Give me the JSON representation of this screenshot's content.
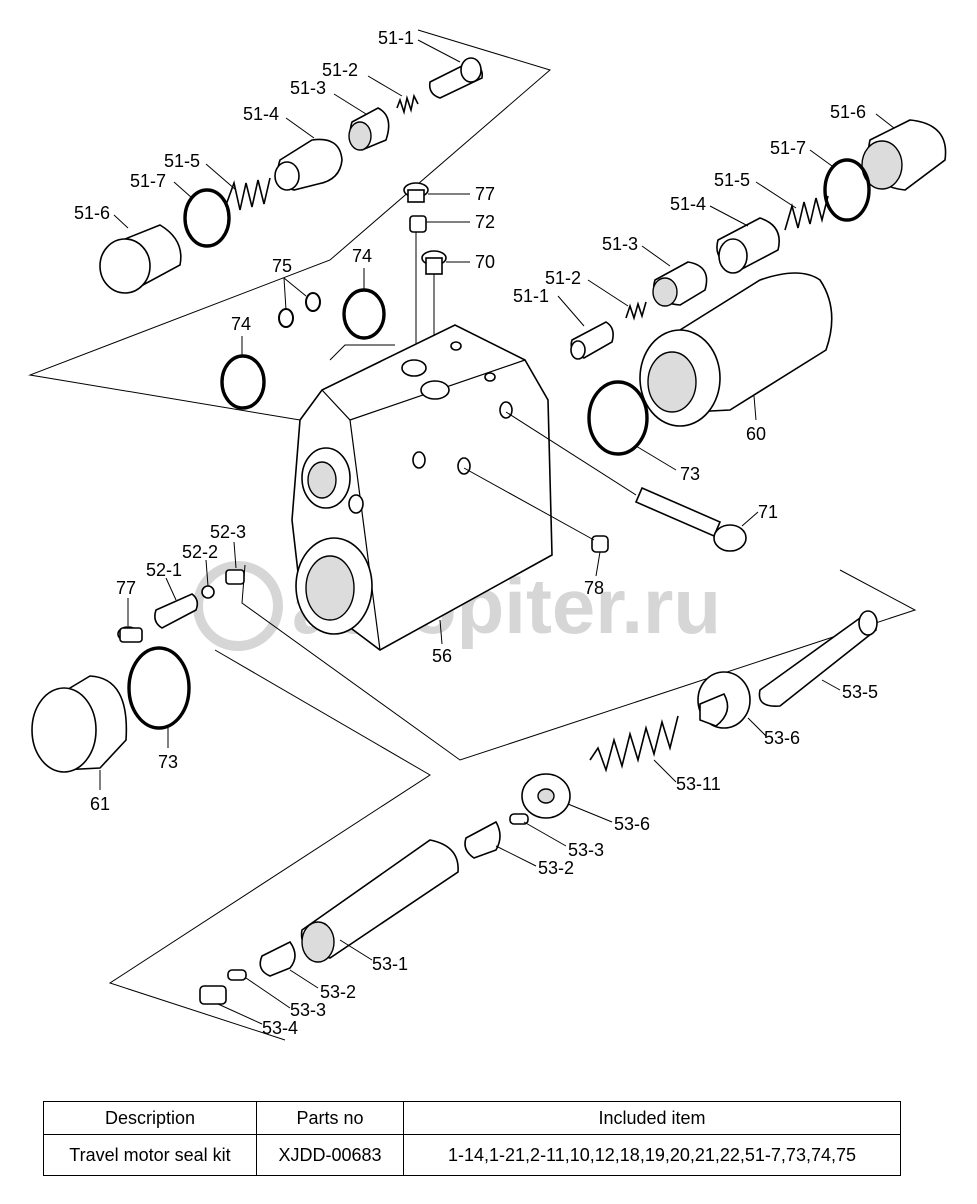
{
  "watermark": "autopiter.ru",
  "callouts": [
    "51-1",
    "51-2",
    "51-3",
    "51-4",
    "51-5",
    "51-7",
    "51-6",
    "51-6",
    "51-7",
    "51-5",
    "51-4",
    "51-3",
    "51-2",
    "51-1",
    "77",
    "72",
    "70",
    "75",
    "74",
    "74",
    "60",
    "73",
    "71",
    "78",
    "56",
    "52-3",
    "52-2",
    "52-1",
    "77",
    "73",
    "61",
    "53-5",
    "53-6",
    "53-11",
    "53-6",
    "53-3",
    "53-2",
    "53-1",
    "53-2",
    "53-3",
    "53-4"
  ],
  "table": {
    "headers": [
      "Description",
      "Parts no",
      "Included item"
    ],
    "row": [
      "Travel motor seal kit",
      "XJDD-00683",
      "1-14,1-21,2-11,10,12,18,19,20,21,22,51-7,73,74,75"
    ]
  }
}
